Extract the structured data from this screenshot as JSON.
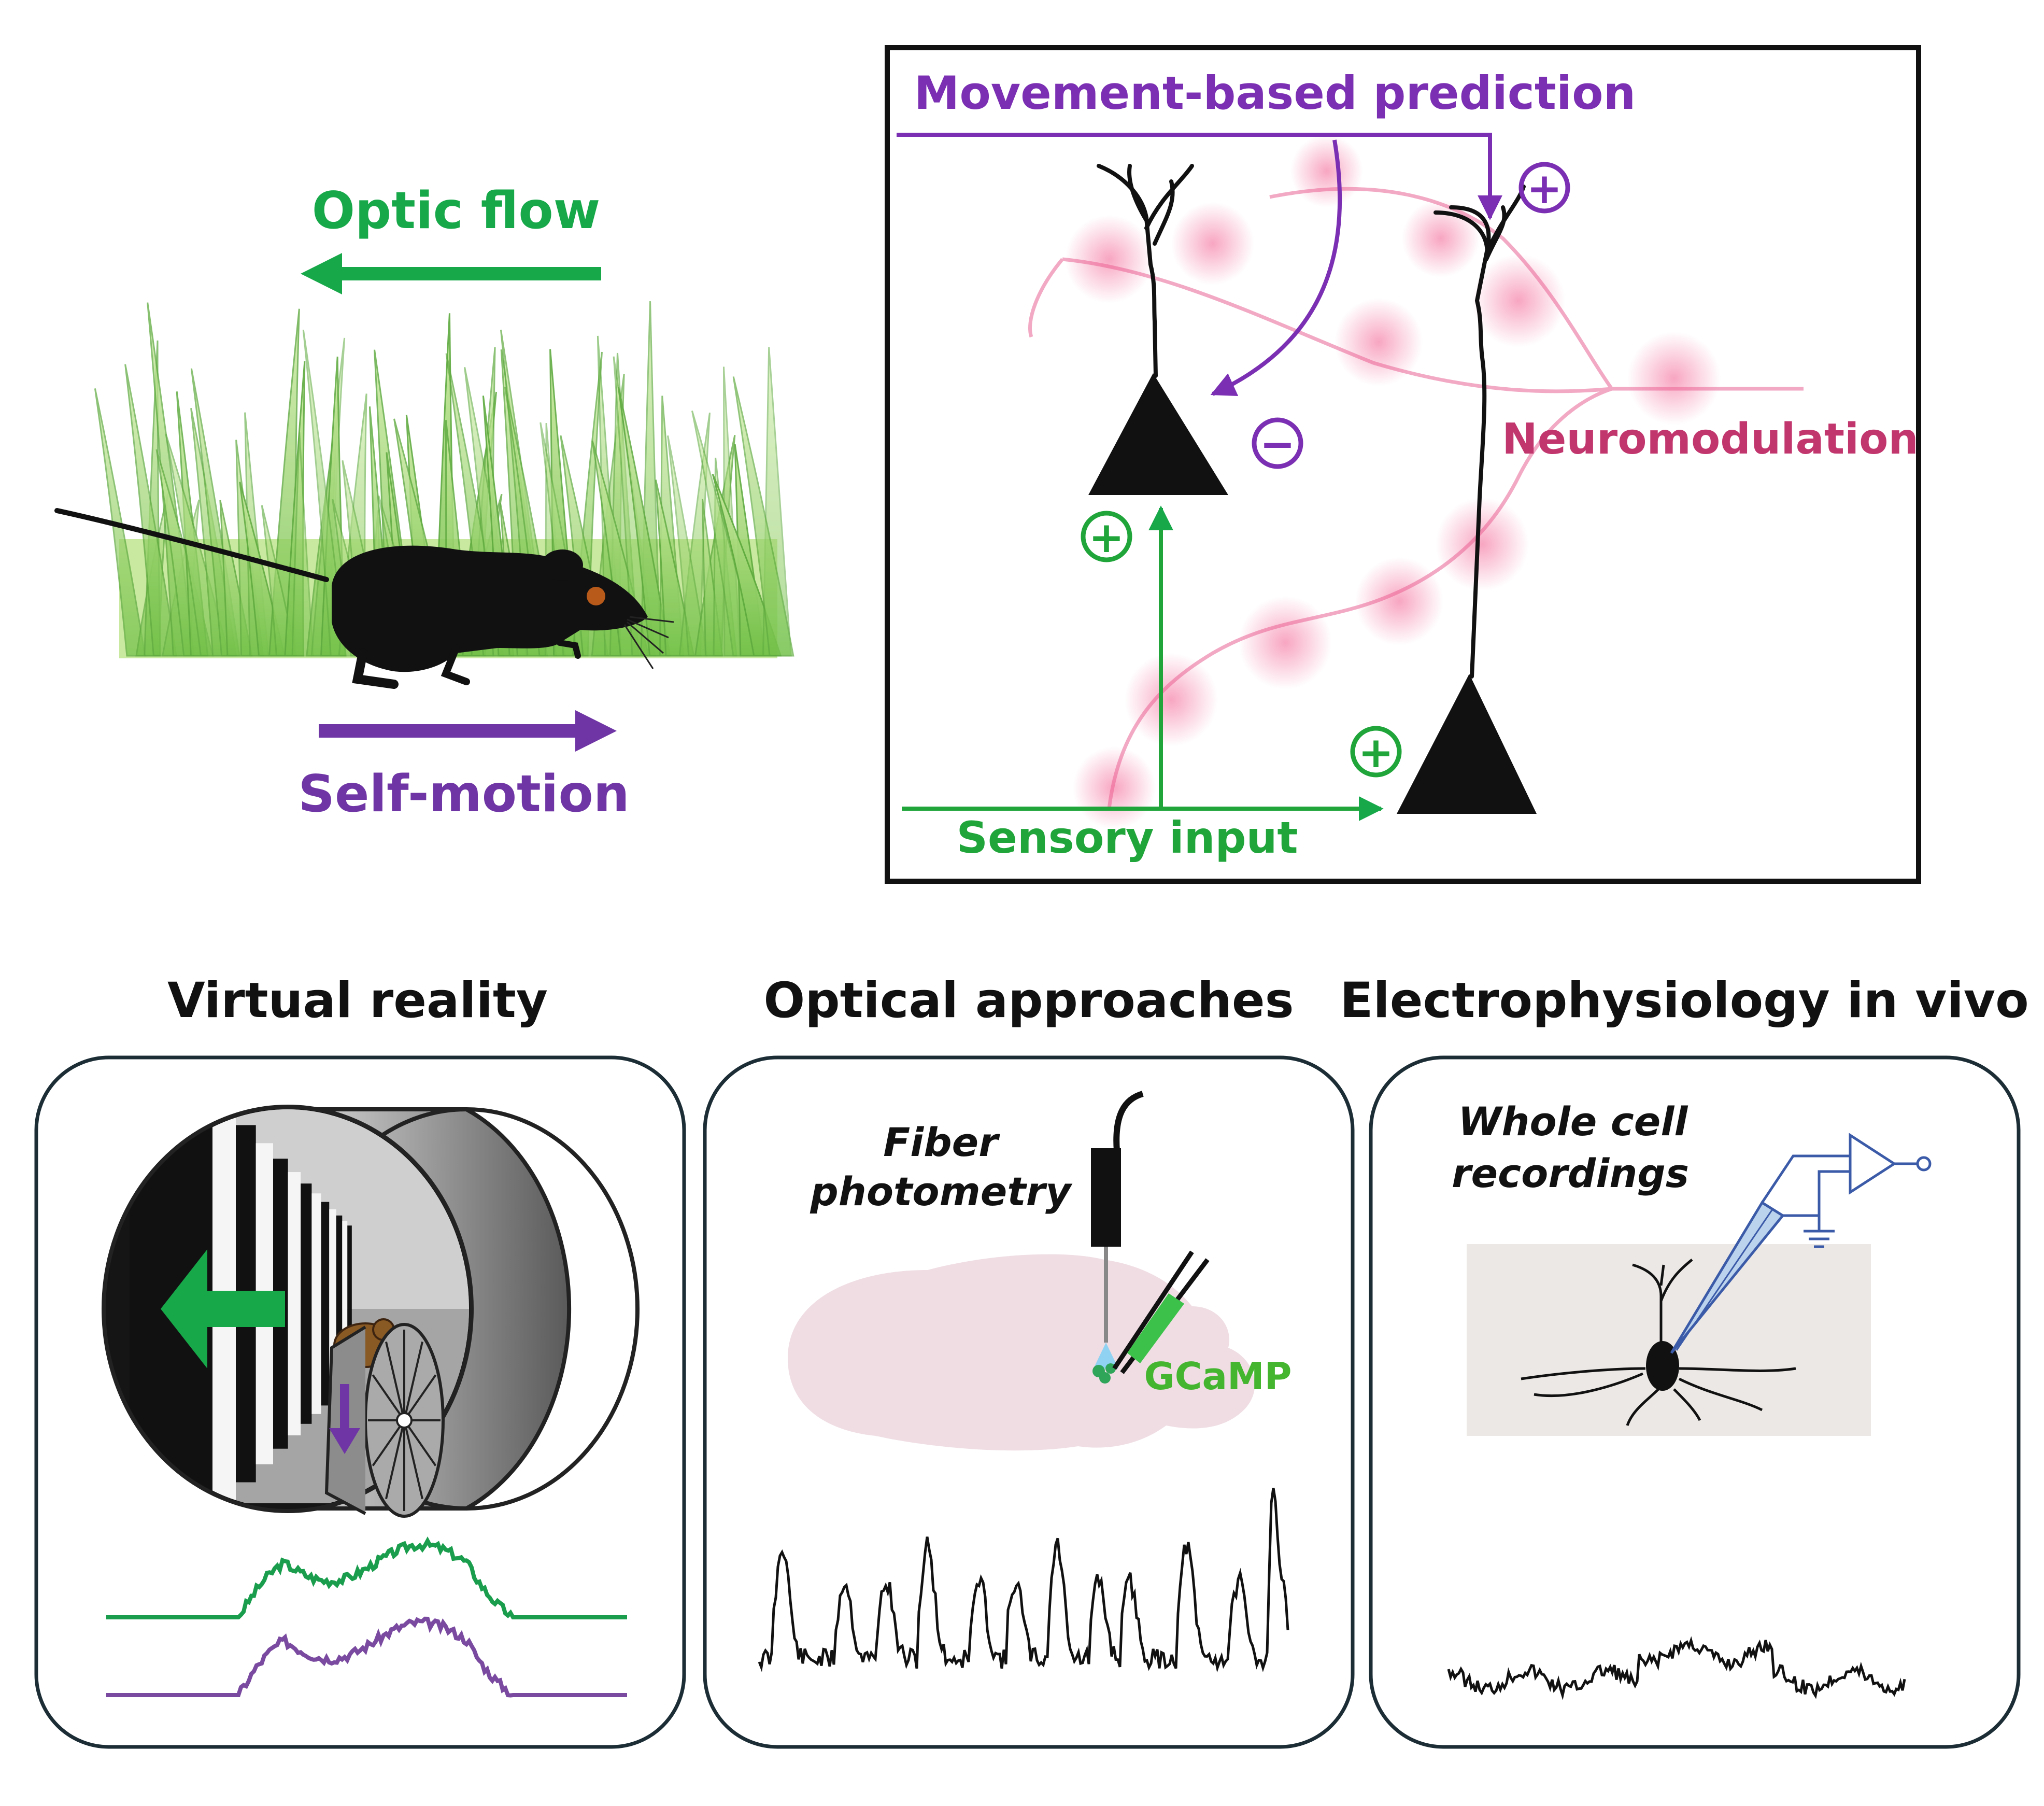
{
  "colors": {
    "green": "#17a84a",
    "purple": "#6f35a5",
    "magenta": "#c2366e",
    "black": "#111111",
    "grass_light": "#a9d97c",
    "grass_dark": "#5cae3a",
    "brain_pink": "#efdde3",
    "probe_blue": "#3b5aa8"
  },
  "top_left": {
    "optic_flow": "Optic flow",
    "self_motion": "Self-motion"
  },
  "circuit": {
    "movement_prediction": "Movement-based prediction",
    "neuromodulation": "Neuromodulation",
    "sensory_input": "Sensory input",
    "plus_symbol": "+",
    "minus_symbol": "−"
  },
  "panels": {
    "virtual_reality": {
      "title": "Virtual reality"
    },
    "optical": {
      "title": "Optical approaches",
      "method_line1": "Fiber",
      "method_line2": "photometry",
      "indicator": "GCaMP"
    },
    "ephys": {
      "title": "Electrophysiology in vivo",
      "method_line1": "Whole cell",
      "method_line2": "recordings"
    }
  },
  "icons": [
    "mouse-icon",
    "grass-icon",
    "neuron-icon",
    "vr-tunnel-icon",
    "running-wheel-icon",
    "brain-icon",
    "optic-fiber-icon",
    "pipette-icon",
    "amplifier-icon",
    "ground-icon"
  ]
}
